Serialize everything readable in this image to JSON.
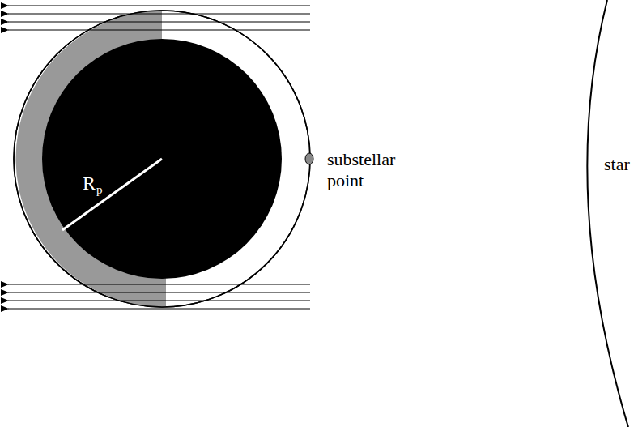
{
  "diagram": {
    "labels": [
      "R",
      "p",
      "substellar point",
      "star"
    ]
  }
}
